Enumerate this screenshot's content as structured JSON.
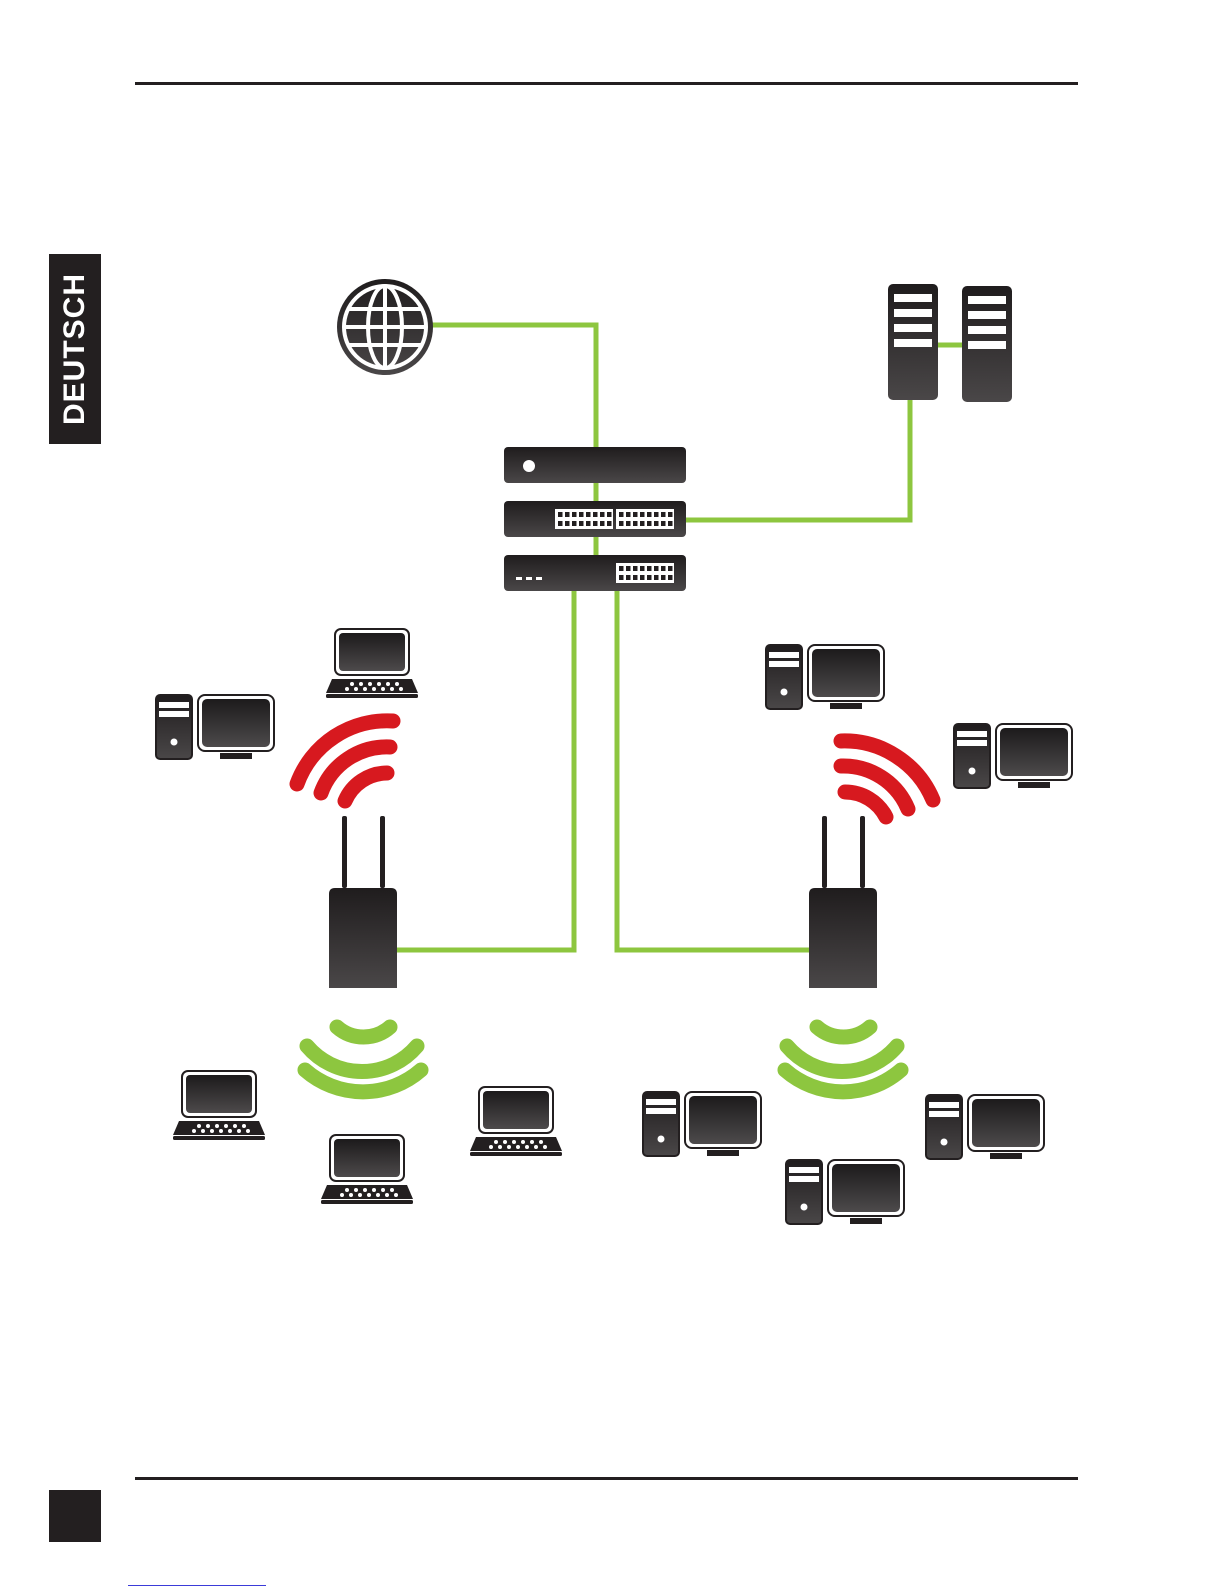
{
  "page": {
    "language_tab": "DEUTSCH"
  },
  "diagram": {
    "link_color": "#8dc63f",
    "device_color": "#2a2728",
    "wireless_colors": {
      "uplink": "#d7191f",
      "clients": "#8dc63f"
    },
    "nodes": [
      {
        "id": "internet",
        "icon": "globe-icon"
      },
      {
        "id": "server-1",
        "icon": "server-icon"
      },
      {
        "id": "server-2",
        "icon": "server-icon"
      },
      {
        "id": "router",
        "icon": "router-icon"
      },
      {
        "id": "switch-48",
        "icon": "switch-icon"
      },
      {
        "id": "switch-24",
        "icon": "switch-icon"
      },
      {
        "id": "access-point-left",
        "icon": "access-point-icon"
      },
      {
        "id": "access-point-right",
        "icon": "access-point-icon"
      }
    ],
    "clients": {
      "left": [
        "laptop-icon",
        "desktop-icon",
        "laptop-icon",
        "laptop-icon",
        "laptop-icon"
      ],
      "right": [
        "desktop-icon",
        "desktop-icon",
        "desktop-icon",
        "desktop-icon",
        "desktop-icon"
      ]
    }
  }
}
